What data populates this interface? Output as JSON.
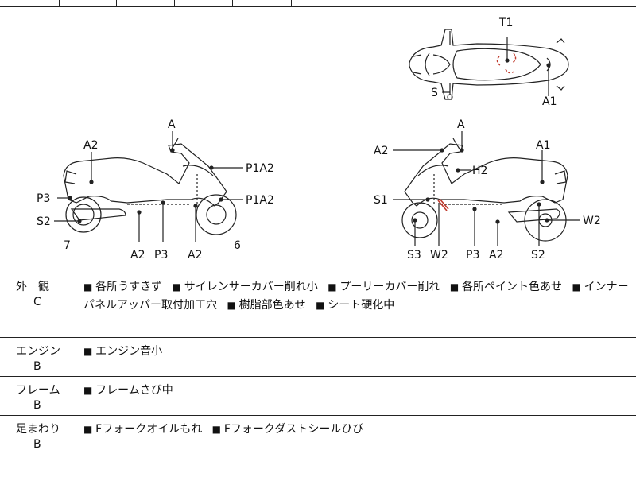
{
  "diagram": {
    "top_view_labels": {
      "t1": "T1",
      "s": "S",
      "a1": "A1"
    },
    "left_view_labels": {
      "a_top": "A",
      "a2_top": "A2",
      "p1a2_upper": "P1A2",
      "p1a2_lower": "P1A2",
      "p3": "P3",
      "s2": "S2",
      "seven": "7",
      "six": "6",
      "a2_bottom_1": "A2",
      "p3_bottom": "P3",
      "a2_bottom_2": "A2"
    },
    "right_view_labels": {
      "a_top": "A",
      "a2": "A2",
      "a1": "A1",
      "h2": "H2",
      "s1": "S1",
      "w2_right": "W2",
      "s3": "S3",
      "w2_bottom": "W2",
      "p3": "P3",
      "a2_bottom": "A2",
      "s2": "S2"
    },
    "damage_color": "#c0392b"
  },
  "rows": [
    {
      "name": "外　観",
      "grade": "C",
      "notes": [
        "各所うすきず",
        "サイレンサーカバー削れ小",
        "プーリーカバー削れ",
        "各所ペイント色あせ",
        "インナーパネルアッパー取付加工穴",
        "樹脂部色あせ",
        "シート硬化中"
      ]
    },
    {
      "name": "エンジン",
      "grade": "B",
      "notes": [
        "エンジン音小"
      ]
    },
    {
      "name": "フレーム",
      "grade": "B",
      "notes": [
        "フレームさび中"
      ]
    },
    {
      "name": "足まわり",
      "grade": "B",
      "notes": [
        "Fフォークオイルもれ",
        "Fフォークダストシールひび"
      ]
    }
  ]
}
